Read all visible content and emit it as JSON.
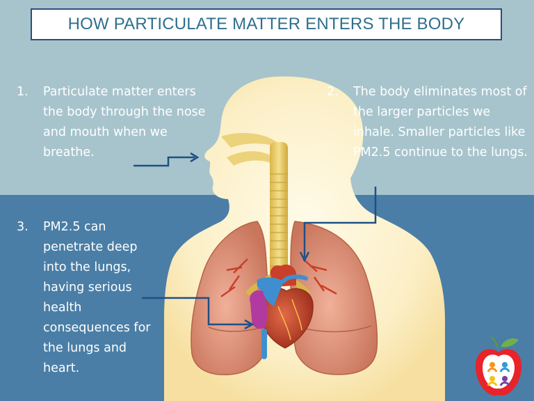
{
  "title": "HOW PARTICULATE MATTER ENTERS THE BODY",
  "steps": [
    {
      "number": "1.",
      "text": "Particulate matter enters the body through the nose and mouth when we breathe."
    },
    {
      "number": "2.",
      "text": "The body eliminates most of the larger particles we inhale.  Smaller particles like PM2.5 continue to the lungs."
    },
    {
      "number": "3.",
      "text": "PM2.5 can penetrate deep into the lungs, having serious health consequences for the lungs and heart."
    }
  ],
  "colors": {
    "top_background": "#a7c4cc",
    "bottom_background": "#4a7ea6",
    "title_border": "#2a4e7a",
    "title_text": "#2f6f8c",
    "arrow": "#1f4f86",
    "body_silhouette": "#fdf0c8",
    "trachea": "#e8cf6a",
    "lungs": "#e39a7f",
    "heart": "#c94a2e",
    "vessels_blue": "#3f8fd0"
  },
  "icons": [
    "body-silhouette",
    "airway",
    "lungs",
    "heart",
    "apple-logo-icon"
  ]
}
